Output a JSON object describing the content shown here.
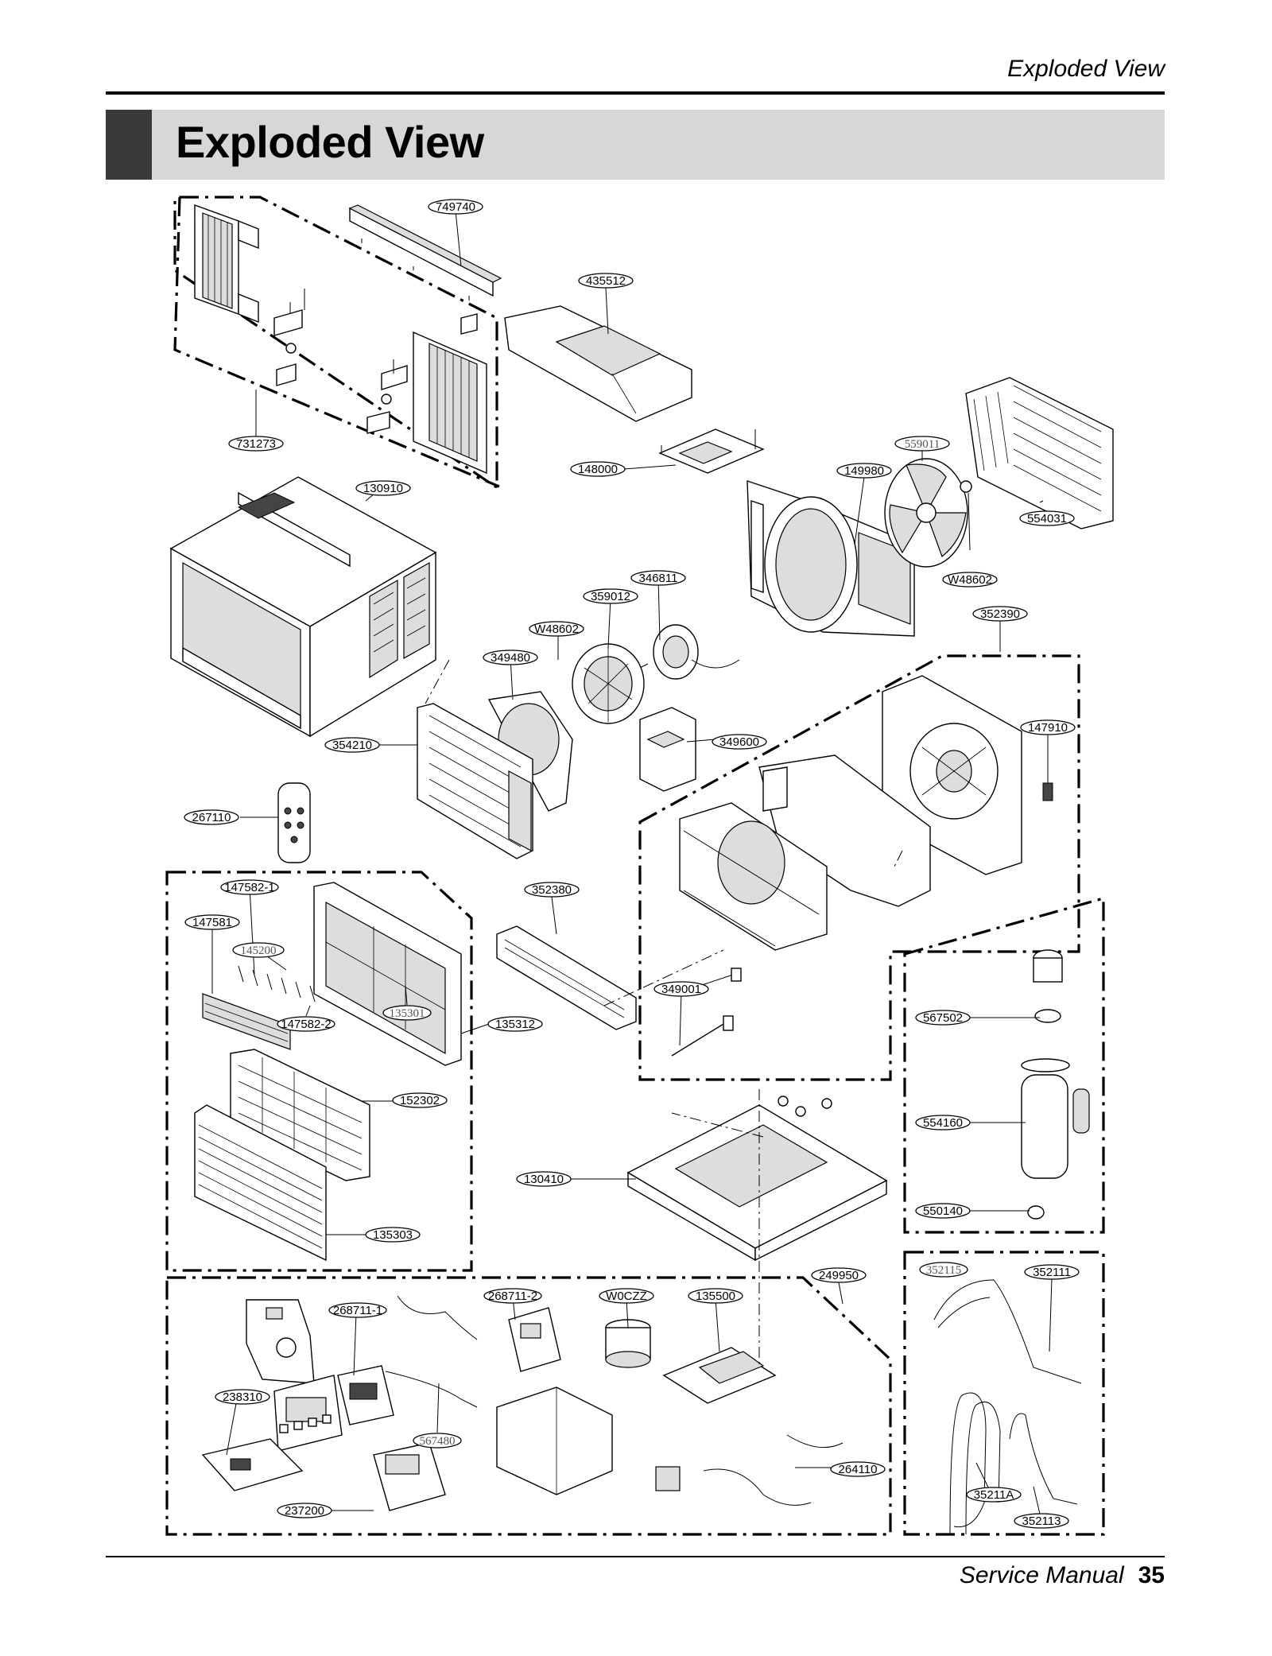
{
  "header": {
    "running_title": "Exploded View",
    "section_title": "Exploded View"
  },
  "footer": {
    "manual": "Service Manual",
    "page": "35"
  },
  "parts": [
    "749740",
    "435512",
    "731273",
    "148000",
    "559011",
    "149980",
    "554031",
    "130910",
    "346811",
    "359012",
    "W48602",
    "W48602",
    "352390",
    "349480",
    "354210",
    "349600",
    "147910",
    "267110",
    "147582-1",
    "147581",
    "145200",
    "352380",
    "349001",
    "567502",
    "147582-2",
    "135301",
    "135312",
    "554160",
    "152302",
    "130410",
    "550140",
    "135303",
    "249950",
    "352115",
    "352111",
    "268711-1",
    "268711-2",
    "W0CZZ",
    "135500",
    "238310",
    "567480",
    "264110",
    "35211A",
    "237200",
    "352113"
  ]
}
